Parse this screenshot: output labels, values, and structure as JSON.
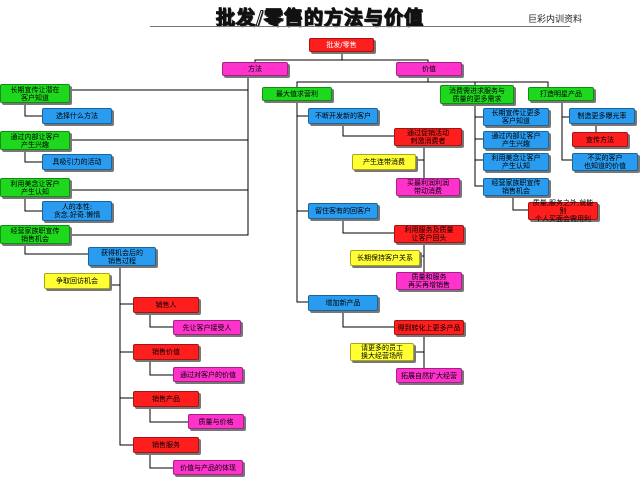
{
  "header": {
    "title": "批发/零售的方法与价值",
    "brand": "巨彩内训资料"
  },
  "root": "批发/零售",
  "method": {
    "label": "方法",
    "items": [
      {
        "label": "长期宣传让潜在\n客户知道",
        "detail": "选择什么方法"
      },
      {
        "label": "通过内部让客户\n产生兴趣",
        "detail": "具吸引力的活动"
      },
      {
        "label": "利用美念让客户\n产生认知",
        "detail": "人的本性:\n贪念.好奇.懒惰"
      },
      {
        "label": "经营家族职宣传\n销售机会",
        "detail": ""
      }
    ],
    "sales_process": "获得机会后的\n销售过程",
    "chance": "争取回访机会",
    "steps": [
      {
        "label": "销售人",
        "detail": "先让客户接受人"
      },
      {
        "label": "销售价值",
        "detail": "通过对客户的价值"
      },
      {
        "label": "销售产品",
        "detail": "质量与价格"
      },
      {
        "label": "销售服务",
        "detail": "价值与产品的体现"
      }
    ]
  },
  "value": {
    "label": "价值",
    "income": "最大值求营利",
    "repeat": "不断开发新的客户",
    "repeat_action": "通过促销活动\n刺激消费者",
    "repeat_yellow": "产生连带消费",
    "repeat_result": "买最利润利润\n带动消费",
    "retain": "留住客有的回客户",
    "retain_action": "利用服务及质量\n让客户回头",
    "retain_yellow": "长期保持客户关系",
    "retain_result": "质量和服务\n再买再增销售",
    "newp": "增加新产品",
    "newp_action": "得到转化上更多产品",
    "newp_yellow": "请更多的员工\n换大经营场所",
    "newp_result": "拓展自然扩大经营",
    "consume": "消费需进求服务与\n质量的更多需求",
    "consume_items": [
      "长期宣传让更多\n客户知道",
      "通过内部让客户\n产生兴趣",
      "利用美念让客户\n产生认知",
      "经营家族职宣传\n销售机会"
    ],
    "consume_result": "质量,服务之外,就能别\n个人买面会需用利",
    "brand_p": "打造明星产品",
    "brand_items": [
      "制造更多曝光率",
      "不买的客户\n也知道的价值"
    ],
    "brand_red": "宣传方法"
  }
}
